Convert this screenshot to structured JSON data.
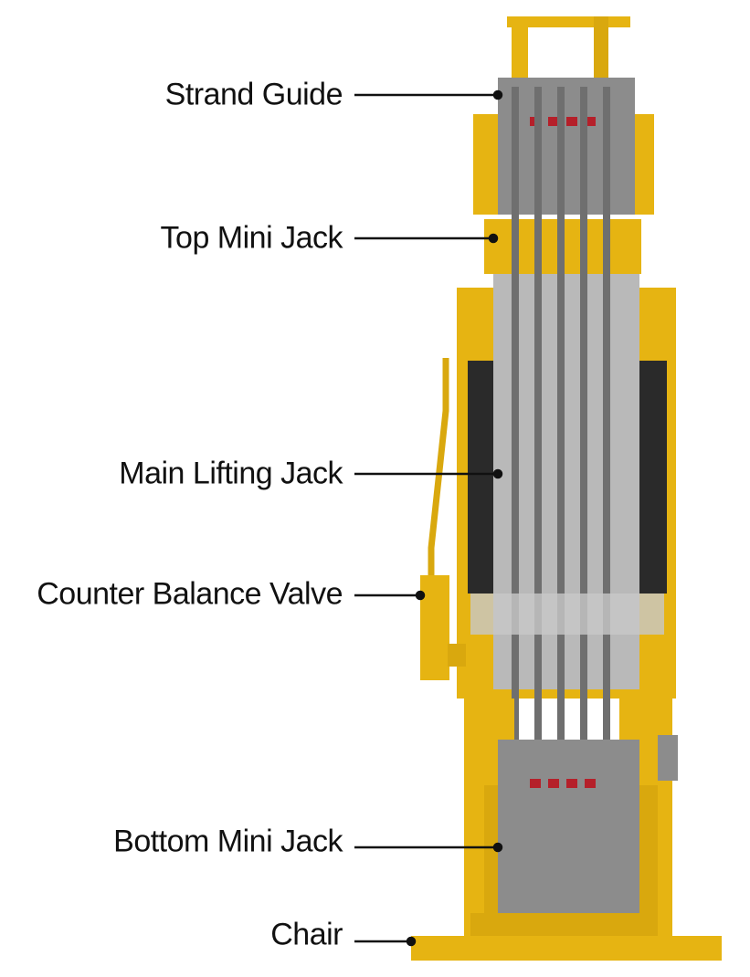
{
  "labels": [
    {
      "id": "strand-guide",
      "text": "Strand Guide"
    },
    {
      "id": "top-mini-jack",
      "text": "Top Mini Jack"
    },
    {
      "id": "main-lifting-jack",
      "text": "Main Lifting Jack"
    },
    {
      "id": "counter-balance-valve",
      "text": "Counter Balance Valve"
    },
    {
      "id": "bottom-mini-jack",
      "text": "Bottom Mini Jack"
    },
    {
      "id": "chair",
      "text": "Chair"
    }
  ],
  "colors": {
    "yellow": "#e6b412",
    "yellow_dark": "#b98c08",
    "steel": "#b9b9b9",
    "steel_dark": "#6f6f6f",
    "red": "#b5202a"
  }
}
